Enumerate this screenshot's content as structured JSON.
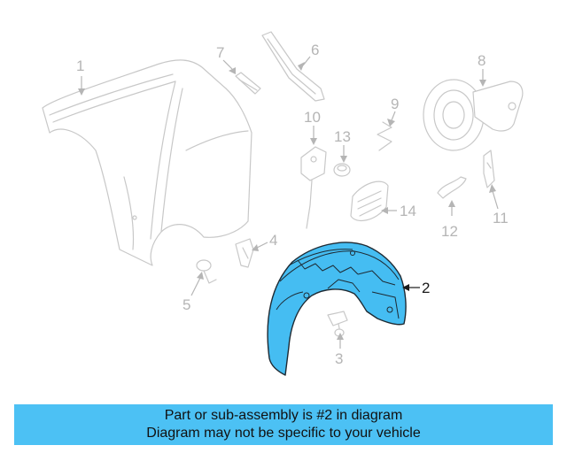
{
  "callouts": {
    "c1": "1",
    "c2": "2",
    "c3": "3",
    "c4": "4",
    "c5": "5",
    "c6": "6",
    "c7": "7",
    "c8": "8",
    "c9": "9",
    "c10": "10",
    "c11": "11",
    "c12": "12",
    "c13": "13",
    "c14": "14"
  },
  "highlighted_part": "2",
  "colors": {
    "highlight_fill": "#45bdf2",
    "caption_bar": "#4cc1f4",
    "inactive_line": "#c8c8c8"
  },
  "caption": {
    "line1": "Part or sub-assembly is #2 in diagram",
    "line2": "Diagram may not be specific to your vehicle"
  }
}
